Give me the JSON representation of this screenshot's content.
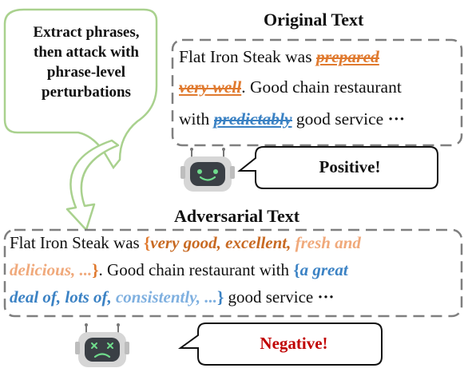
{
  "thought": {
    "lines": [
      "Extract phrases,",
      "then attack with",
      "phrase-level",
      "perturbations"
    ]
  },
  "original": {
    "title": "Original Text",
    "line1_a": "Flat Iron Steak was ",
    "line1_b": "prepared",
    "line2_a": "very well",
    "line2_b": ". Good chain restaurant",
    "line3_a": "with ",
    "line3_b": "predictably",
    "line3_c": " good service ",
    "ellipsis": "···"
  },
  "positive_label": "Positive!",
  "adversarial": {
    "title": "Adversarial Text",
    "l1_a": "Flat Iron Steak was ",
    "l1_brace": "{",
    "l1_b": "very good, excellent, ",
    "l1_c": "fresh and",
    "l2_a": "delicious, ...",
    "l2_brace": "}",
    "l2_b": ". Good chain restaurant with ",
    "l2_brace2": "{",
    "l2_c": "a great",
    "l3_a": "deal of, lots of, ",
    "l3_b": "consistently, ...",
    "l3_brace": "}",
    "l3_c": " good service ",
    "ellipsis": "···"
  },
  "negative_label": "Negative!",
  "colors": {
    "accent_orange": "#e07a2f",
    "accent_blue": "#3b82c4",
    "negative_red": "#c00000",
    "thought_green": "#a9d18e"
  },
  "icons": [
    "robot-happy-icon",
    "robot-sad-icon"
  ]
}
